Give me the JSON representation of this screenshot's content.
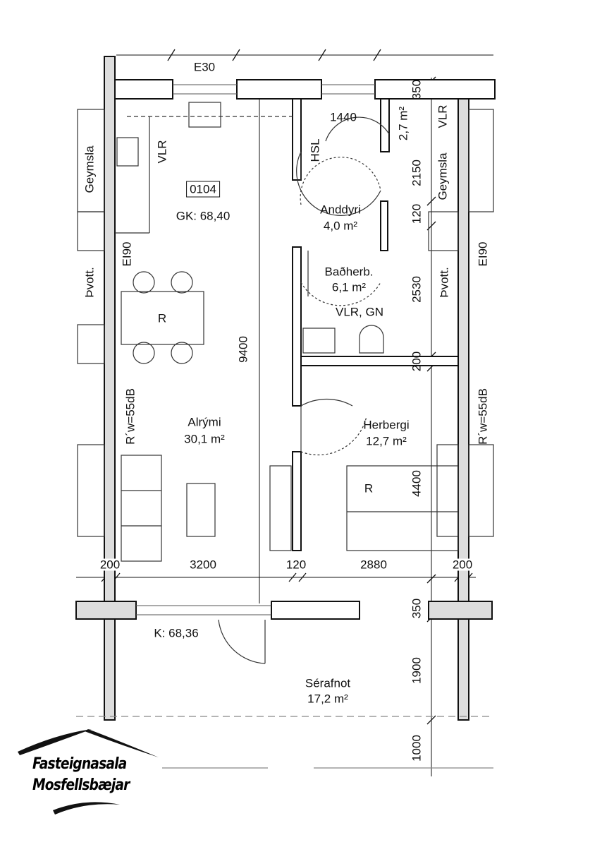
{
  "plan": {
    "fire_rating_top": "E30",
    "unit_number": "0104",
    "gross_area": "GK: 68,40",
    "volume": "K: 68,36",
    "rooms": {
      "living": {
        "name": "Alrými",
        "area": "30,1 m²"
      },
      "entry": {
        "name": "Anddyri",
        "area": "4,0 m²"
      },
      "bath": {
        "name": "Baðherb.",
        "area": "6,1 m²",
        "note": "VLR, GN"
      },
      "bedroom": {
        "name": "Herbergi",
        "area": "12,7 m²"
      },
      "terrace": {
        "name": "Sérafnot",
        "area": "17,2 m²"
      },
      "storage_area": "2,7 m²"
    },
    "labels": {
      "storage_left": "Geymsla",
      "storage_right": "Geymsla",
      "vlr_kitchen": "VLR",
      "vlr_right": "VLR",
      "hsl": "HSL",
      "ei90_left": "EI90",
      "ei90_right": "EI90",
      "laundry_left": "Þvott.",
      "laundry_right": "Þvott.",
      "sound_left": "R´w=55dB",
      "sound_right": "R´w=55dB",
      "table_r": "R",
      "bed_r": "R"
    },
    "dimensions": {
      "d1440": "1440",
      "d9400": "9400",
      "d350_top": "350",
      "d2150": "2150",
      "d120_v": "120",
      "d2530": "2530",
      "d200_v": "200",
      "d4400": "4400",
      "d350_bottom": "350",
      "d1900": "1900",
      "d1000": "1000",
      "h200_left": "200",
      "h3200": "3200",
      "h120": "120",
      "h2880": "2880",
      "h200_right": "200"
    }
  },
  "logo": {
    "line1": "Fasteignasala",
    "line2": "Mosfellsbæjar"
  }
}
